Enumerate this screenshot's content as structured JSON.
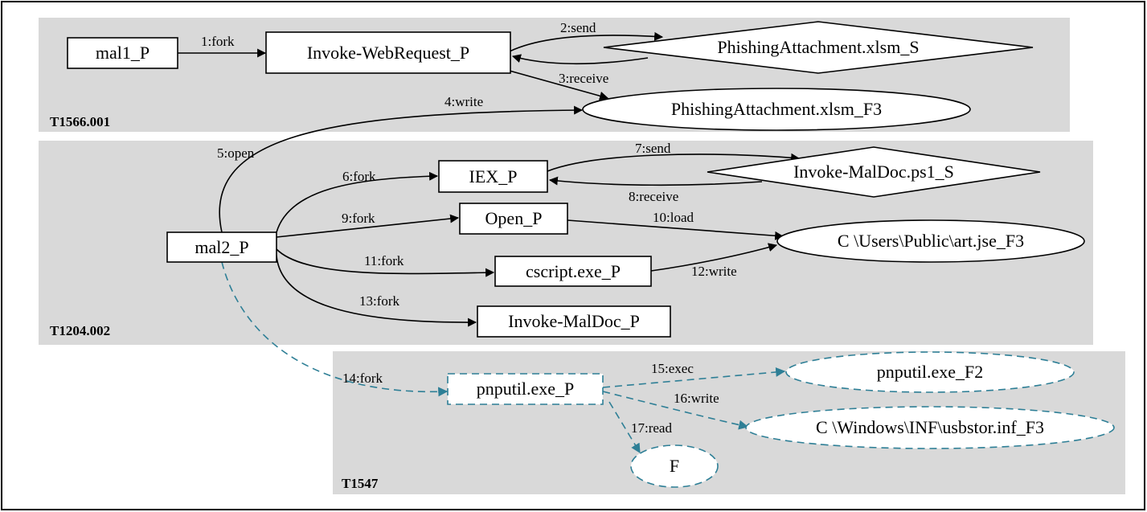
{
  "clusters": [
    {
      "id": "c1",
      "label": "T1566.001"
    },
    {
      "id": "c2",
      "label": "T1204.002"
    },
    {
      "id": "c3",
      "label": "T1547"
    }
  ],
  "nodes": [
    {
      "id": "mal1",
      "label": "mal1_P",
      "shape": "box",
      "style": "solid"
    },
    {
      "id": "iwr",
      "label": "Invoke-WebRequest_P",
      "shape": "box",
      "style": "solid"
    },
    {
      "id": "phs",
      "label": "PhishingAttachment.xlsm_S",
      "shape": "diamond",
      "style": "solid"
    },
    {
      "id": "phf",
      "label": "PhishingAttachment.xlsm_F3",
      "shape": "ellipse",
      "style": "solid"
    },
    {
      "id": "iex",
      "label": "IEX_P",
      "shape": "box",
      "style": "solid"
    },
    {
      "id": "ims",
      "label": "Invoke-MalDoc.ps1_S",
      "shape": "diamond",
      "style": "solid"
    },
    {
      "id": "mal2",
      "label": "mal2_P",
      "shape": "box",
      "style": "solid"
    },
    {
      "id": "open",
      "label": "Open_P",
      "shape": "box",
      "style": "solid"
    },
    {
      "id": "art",
      "label": "C \\Users\\Public\\art.jse_F3",
      "shape": "ellipse",
      "style": "solid"
    },
    {
      "id": "cscript",
      "label": "cscript.exe_P",
      "shape": "box",
      "style": "solid"
    },
    {
      "id": "imd",
      "label": "Invoke-MalDoc_P",
      "shape": "box",
      "style": "solid"
    },
    {
      "id": "pnp",
      "label": "pnputil.exe_P",
      "shape": "box",
      "style": "dashed"
    },
    {
      "id": "pnpf2",
      "label": "pnputil.exe_F2",
      "shape": "ellipse",
      "style": "dashed"
    },
    {
      "id": "usb",
      "label": "C \\Windows\\INF\\usbstor.inf_F3",
      "shape": "ellipse",
      "style": "dashed"
    },
    {
      "id": "f",
      "label": "F",
      "shape": "ellipse",
      "style": "dashed"
    }
  ],
  "edges": [
    {
      "id": "e1",
      "from": "mal1",
      "to": "iwr",
      "label": "1:fork",
      "style": "solid"
    },
    {
      "id": "e2",
      "from": "iwr",
      "to": "phs",
      "label": "2:send",
      "style": "solid"
    },
    {
      "id": "e3",
      "from": "phs",
      "to": "iwr",
      "label": "3:receive",
      "style": "solid"
    },
    {
      "id": "e3b",
      "from": "iwr",
      "to": "phf",
      "label": "",
      "style": "solid"
    },
    {
      "id": "e4",
      "from": "mal2",
      "to": "phf",
      "label": "4:write",
      "style": "solid"
    },
    {
      "id": "e5",
      "from": "mal2",
      "to": "phf",
      "label": "5:open",
      "style": "solid"
    },
    {
      "id": "e6",
      "from": "mal2",
      "to": "iex",
      "label": "6:fork",
      "style": "solid"
    },
    {
      "id": "e7",
      "from": "iex",
      "to": "ims",
      "label": "7:send",
      "style": "solid"
    },
    {
      "id": "e8",
      "from": "ims",
      "to": "iex",
      "label": "8:receive",
      "style": "solid"
    },
    {
      "id": "e9",
      "from": "mal2",
      "to": "open",
      "label": "9:fork",
      "style": "solid"
    },
    {
      "id": "e10",
      "from": "open",
      "to": "art",
      "label": "10:load",
      "style": "solid"
    },
    {
      "id": "e11",
      "from": "mal2",
      "to": "cscript",
      "label": "11:fork",
      "style": "solid"
    },
    {
      "id": "e12",
      "from": "cscript",
      "to": "art",
      "label": "12:write",
      "style": "solid"
    },
    {
      "id": "e13",
      "from": "mal2",
      "to": "imd",
      "label": "13:fork",
      "style": "solid"
    },
    {
      "id": "e14",
      "from": "mal2",
      "to": "pnp",
      "label": "14:fork",
      "style": "dashed"
    },
    {
      "id": "e15",
      "from": "pnp",
      "to": "pnpf2",
      "label": "15:exec",
      "style": "dashed"
    },
    {
      "id": "e16",
      "from": "pnp",
      "to": "usb",
      "label": "16:write",
      "style": "dashed"
    },
    {
      "id": "e17",
      "from": "pnp",
      "to": "f",
      "label": "17:read",
      "style": "dashed"
    }
  ],
  "colors": {
    "cluster_fill": "#d9d9d9",
    "solid_stroke": "#000000",
    "dashed_stroke": "#2e7f96",
    "node_fill": "#ffffff"
  }
}
